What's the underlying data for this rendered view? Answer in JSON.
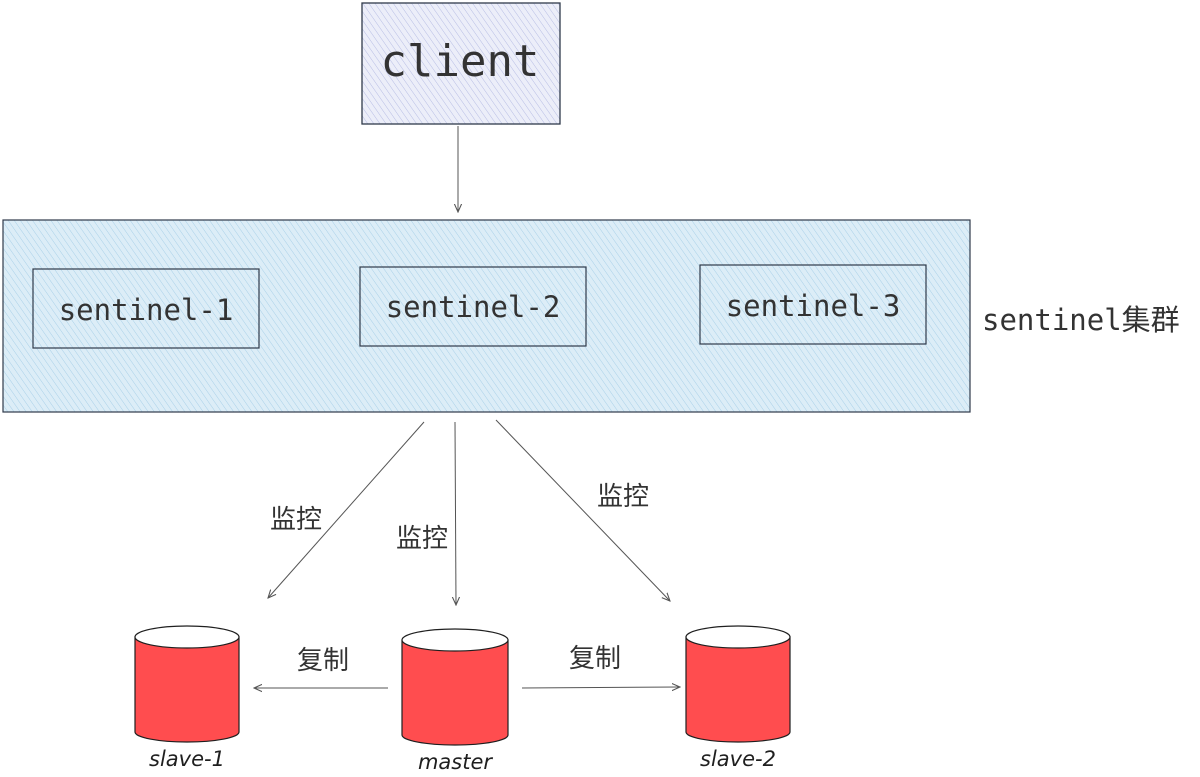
{
  "nodes": {
    "client": {
      "label": "client"
    },
    "sentinel_1": {
      "label": "sentinel-1"
    },
    "sentinel_2": {
      "label": "sentinel-2"
    },
    "sentinel_3": {
      "label": "sentinel-3"
    },
    "slave_1": {
      "label": "slave-1"
    },
    "master": {
      "label": "master"
    },
    "slave_2": {
      "label": "slave-2"
    }
  },
  "cluster": {
    "label": "sentinel集群"
  },
  "edges": {
    "monitor_left": {
      "label": "监控"
    },
    "monitor_center": {
      "label": "监控"
    },
    "monitor_right": {
      "label": "监控"
    },
    "replicate_left": {
      "label": "复制"
    },
    "replicate_right": {
      "label": "复制"
    }
  },
  "colors": {
    "client_fill": "#e3e6f8",
    "cluster_fill": "#cde7f5",
    "db_fill": "#ff4d4f",
    "stroke": "#2f3a4a",
    "edge": "#555555",
    "text": "#333333"
  }
}
